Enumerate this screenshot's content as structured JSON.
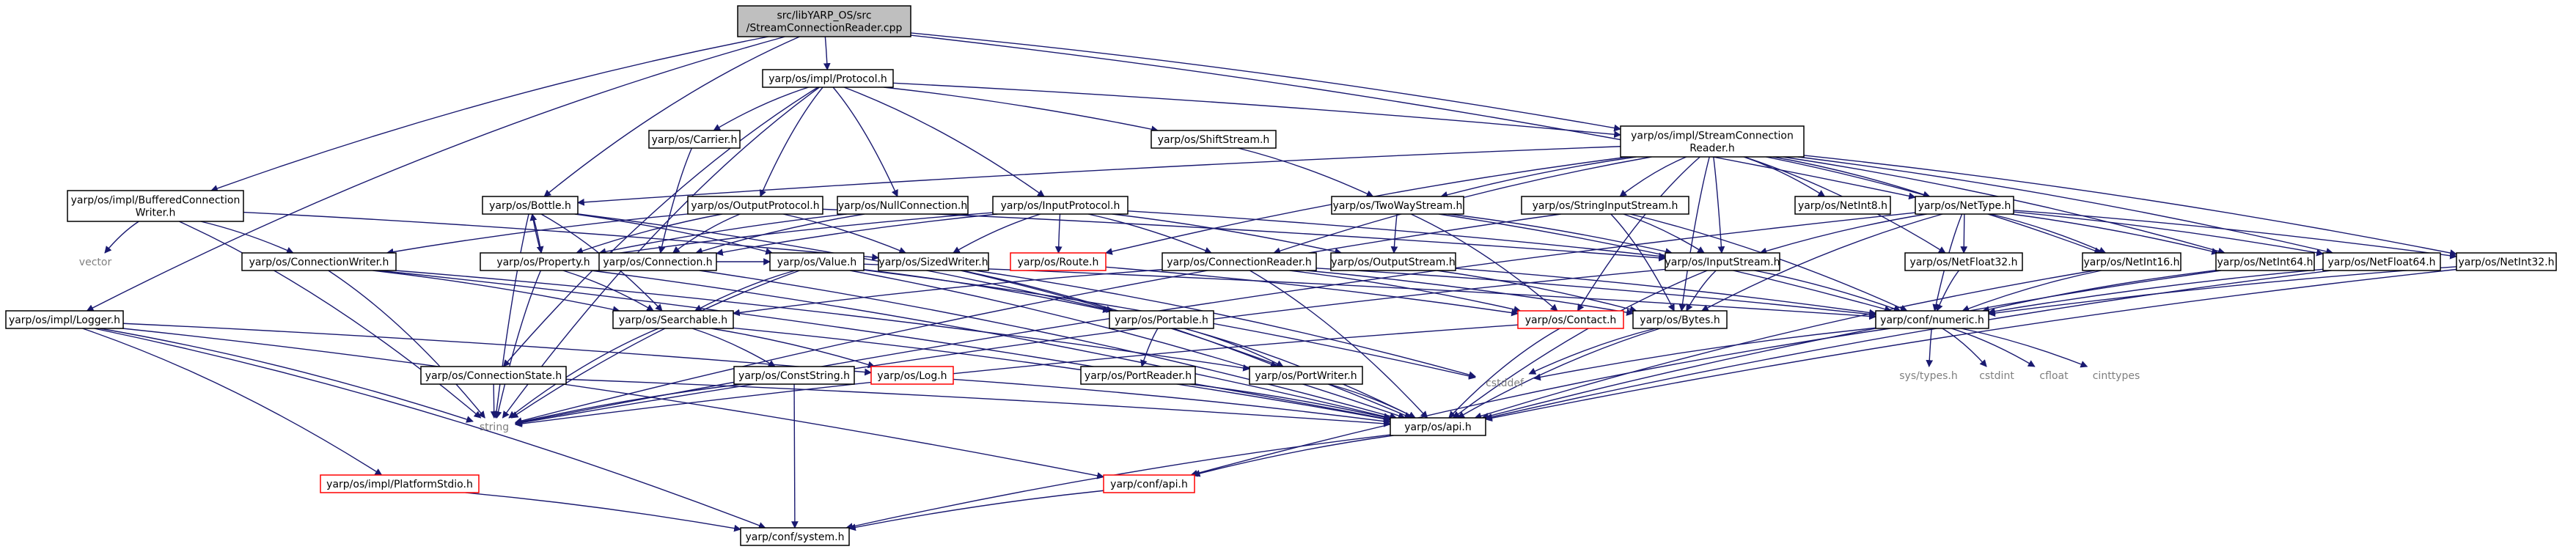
{
  "graph": {
    "nodes": [
      {
        "id": "root",
        "lines": [
          "src/libYARP_OS/src",
          "/StreamConnectionReader.cpp"
        ],
        "style": "root"
      },
      {
        "id": "protocol",
        "lines": [
          "yarp/os/impl/Protocol.h"
        ],
        "style": "normal"
      },
      {
        "id": "bufconn",
        "lines": [
          "yarp/os/impl/BufferedConnection",
          "Writer.h"
        ],
        "style": "normal"
      },
      {
        "id": "scr",
        "lines": [
          "yarp/os/impl/StreamConnection",
          "Reader.h"
        ],
        "style": "normal"
      },
      {
        "id": "logger",
        "lines": [
          "yarp/os/impl/Logger.h"
        ],
        "style": "normal"
      },
      {
        "id": "carrier",
        "lines": [
          "yarp/os/Carrier.h"
        ],
        "style": "normal"
      },
      {
        "id": "shiftstream",
        "lines": [
          "yarp/os/ShiftStream.h"
        ],
        "style": "normal"
      },
      {
        "id": "bottle",
        "lines": [
          "yarp/os/Bottle.h"
        ],
        "style": "normal"
      },
      {
        "id": "outputprotocol",
        "lines": [
          "yarp/os/OutputProtocol.h"
        ],
        "style": "normal"
      },
      {
        "id": "nullconn",
        "lines": [
          "yarp/os/NullConnection.h"
        ],
        "style": "normal"
      },
      {
        "id": "inputprotocol",
        "lines": [
          "yarp/os/InputProtocol.h"
        ],
        "style": "normal"
      },
      {
        "id": "twoway",
        "lines": [
          "yarp/os/TwoWayStream.h"
        ],
        "style": "normal"
      },
      {
        "id": "stringinput",
        "lines": [
          "yarp/os/StringInputStream.h"
        ],
        "style": "normal"
      },
      {
        "id": "netint8",
        "lines": [
          "yarp/os/NetInt8.h"
        ],
        "style": "normal"
      },
      {
        "id": "nettype",
        "lines": [
          "yarp/os/NetType.h"
        ],
        "style": "normal"
      },
      {
        "id": "vector",
        "lines": [
          "vector"
        ],
        "style": "gray"
      },
      {
        "id": "connwriter",
        "lines": [
          "yarp/os/ConnectionWriter.h"
        ],
        "style": "normal"
      },
      {
        "id": "property",
        "lines": [
          "yarp/os/Property.h"
        ],
        "style": "normal"
      },
      {
        "id": "connection",
        "lines": [
          "yarp/os/Connection.h"
        ],
        "style": "normal"
      },
      {
        "id": "value",
        "lines": [
          "yarp/os/Value.h"
        ],
        "style": "normal"
      },
      {
        "id": "sizedwriter",
        "lines": [
          "yarp/os/SizedWriter.h"
        ],
        "style": "normal"
      },
      {
        "id": "route",
        "lines": [
          "yarp/os/Route.h"
        ],
        "style": "red"
      },
      {
        "id": "connreader",
        "lines": [
          "yarp/os/ConnectionReader.h"
        ],
        "style": "normal"
      },
      {
        "id": "outputstream",
        "lines": [
          "yarp/os/OutputStream.h"
        ],
        "style": "normal"
      },
      {
        "id": "inputstream",
        "lines": [
          "yarp/os/InputStream.h"
        ],
        "style": "normal"
      },
      {
        "id": "netfloat32",
        "lines": [
          "yarp/os/NetFloat32.h"
        ],
        "style": "normal"
      },
      {
        "id": "netint16",
        "lines": [
          "yarp/os/NetInt16.h"
        ],
        "style": "normal"
      },
      {
        "id": "netint64",
        "lines": [
          "yarp/os/NetInt64.h"
        ],
        "style": "normal"
      },
      {
        "id": "netfloat64",
        "lines": [
          "yarp/os/NetFloat64.h"
        ],
        "style": "normal"
      },
      {
        "id": "netint32",
        "lines": [
          "yarp/os/NetInt32.h"
        ],
        "style": "normal"
      },
      {
        "id": "searchable",
        "lines": [
          "yarp/os/Searchable.h"
        ],
        "style": "normal"
      },
      {
        "id": "portable",
        "lines": [
          "yarp/os/Portable.h"
        ],
        "style": "normal"
      },
      {
        "id": "contact",
        "lines": [
          "yarp/os/Contact.h"
        ],
        "style": "red"
      },
      {
        "id": "bytes",
        "lines": [
          "yarp/os/Bytes.h"
        ],
        "style": "normal"
      },
      {
        "id": "numeric",
        "lines": [
          "yarp/conf/numeric.h"
        ],
        "style": "normal"
      },
      {
        "id": "connstate",
        "lines": [
          "yarp/os/ConnectionState.h"
        ],
        "style": "normal"
      },
      {
        "id": "conststring",
        "lines": [
          "yarp/os/ConstString.h"
        ],
        "style": "normal"
      },
      {
        "id": "log",
        "lines": [
          "yarp/os/Log.h"
        ],
        "style": "red"
      },
      {
        "id": "portreader",
        "lines": [
          "yarp/os/PortReader.h"
        ],
        "style": "normal"
      },
      {
        "id": "portwriter",
        "lines": [
          "yarp/os/PortWriter.h"
        ],
        "style": "normal"
      },
      {
        "id": "cstddef",
        "lines": [
          "cstddef"
        ],
        "style": "gray"
      },
      {
        "id": "systypes",
        "lines": [
          "sys/types.h"
        ],
        "style": "gray"
      },
      {
        "id": "cstdint",
        "lines": [
          "cstdint"
        ],
        "style": "gray"
      },
      {
        "id": "cfloat",
        "lines": [
          "cfloat"
        ],
        "style": "gray"
      },
      {
        "id": "cinttypes",
        "lines": [
          "cinttypes"
        ],
        "style": "gray"
      },
      {
        "id": "string",
        "lines": [
          "string"
        ],
        "style": "gray"
      },
      {
        "id": "osapi",
        "lines": [
          "yarp/os/api.h"
        ],
        "style": "normal"
      },
      {
        "id": "platformstdio",
        "lines": [
          "yarp/os/impl/PlatformStdio.h"
        ],
        "style": "red"
      },
      {
        "id": "confapi",
        "lines": [
          "yarp/conf/api.h"
        ],
        "style": "red"
      },
      {
        "id": "system",
        "lines": [
          "yarp/conf/system.h"
        ],
        "style": "normal"
      }
    ],
    "edges": [
      [
        "root",
        "protocol"
      ],
      [
        "root",
        "bufconn"
      ],
      [
        "root",
        "scr"
      ],
      [
        "root",
        "logger"
      ],
      [
        "root",
        "bottle"
      ],
      [
        "root",
        "nettype"
      ],
      [
        "protocol",
        "carrier"
      ],
      [
        "protocol",
        "shiftstream"
      ],
      [
        "protocol",
        "outputprotocol"
      ],
      [
        "protocol",
        "nullconn"
      ],
      [
        "protocol",
        "inputprotocol"
      ],
      [
        "protocol",
        "scr"
      ],
      [
        "protocol",
        "string"
      ],
      [
        "protocol",
        "connstate"
      ],
      [
        "bufconn",
        "vector"
      ],
      [
        "bufconn",
        "connwriter"
      ],
      [
        "bufconn",
        "string"
      ],
      [
        "bufconn",
        "sizedwriter"
      ],
      [
        "scr",
        "bottle"
      ],
      [
        "scr",
        "twoway"
      ],
      [
        "scr",
        "stringinput"
      ],
      [
        "scr",
        "netint8"
      ],
      [
        "scr",
        "nettype"
      ],
      [
        "scr",
        "connreader"
      ],
      [
        "scr",
        "route"
      ],
      [
        "scr",
        "contact"
      ],
      [
        "scr",
        "inputstream"
      ],
      [
        "scr",
        "bytes"
      ],
      [
        "scr",
        "netint16"
      ],
      [
        "scr",
        "netint64"
      ],
      [
        "scr",
        "netfloat64"
      ],
      [
        "scr",
        "netint32"
      ],
      [
        "scr",
        "netfloat32"
      ],
      [
        "logger",
        "string"
      ],
      [
        "logger",
        "log"
      ],
      [
        "logger",
        "platformstdio"
      ],
      [
        "logger",
        "system"
      ],
      [
        "logger",
        "confapi"
      ],
      [
        "carrier",
        "connection"
      ],
      [
        "shiftstream",
        "twoway"
      ],
      [
        "bottle",
        "property"
      ],
      [
        "bottle",
        "searchable"
      ],
      [
        "bottle",
        "portable"
      ],
      [
        "bottle",
        "value"
      ],
      [
        "bottle",
        "string"
      ],
      [
        "outputprotocol",
        "property"
      ],
      [
        "outputprotocol",
        "connection"
      ],
      [
        "outputprotocol",
        "sizedwriter"
      ],
      [
        "outputprotocol",
        "connwriter"
      ],
      [
        "outputprotocol",
        "inputstream"
      ],
      [
        "nullconn",
        "connection"
      ],
      [
        "nullconn",
        "property"
      ],
      [
        "inputprotocol",
        "route"
      ],
      [
        "inputprotocol",
        "connreader"
      ],
      [
        "inputprotocol",
        "sizedwriter"
      ],
      [
        "inputprotocol",
        "outputstream"
      ],
      [
        "inputprotocol",
        "connection"
      ],
      [
        "inputprotocol",
        "property"
      ],
      [
        "inputprotocol",
        "inputstream"
      ],
      [
        "twoway",
        "contact"
      ],
      [
        "twoway",
        "inputstream"
      ],
      [
        "twoway",
        "outputstream"
      ],
      [
        "twoway",
        "numeric"
      ],
      [
        "stringinput",
        "inputstream"
      ],
      [
        "stringinput",
        "bytes"
      ],
      [
        "stringinput",
        "string"
      ],
      [
        "stringinput",
        "numeric"
      ],
      [
        "nettype",
        "inputstream"
      ],
      [
        "nettype",
        "bytes"
      ],
      [
        "nettype",
        "string"
      ],
      [
        "nettype",
        "numeric"
      ],
      [
        "nettype",
        "netint16"
      ],
      [
        "nettype",
        "netint32"
      ],
      [
        "nettype",
        "netfloat64"
      ],
      [
        "nettype",
        "netint64"
      ],
      [
        "nettype",
        "netfloat32"
      ],
      [
        "connwriter",
        "string"
      ],
      [
        "connwriter",
        "searchable"
      ],
      [
        "connwriter",
        "portwriter"
      ],
      [
        "connwriter",
        "osapi"
      ],
      [
        "property",
        "searchable"
      ],
      [
        "property",
        "value"
      ],
      [
        "property",
        "string"
      ],
      [
        "property",
        "osapi"
      ],
      [
        "property",
        "bottle"
      ],
      [
        "connection",
        "osapi"
      ],
      [
        "value",
        "searchable"
      ],
      [
        "value",
        "string"
      ],
      [
        "value",
        "portable"
      ],
      [
        "value",
        "numeric"
      ],
      [
        "value",
        "cstddef"
      ],
      [
        "value",
        "osapi"
      ],
      [
        "sizedwriter",
        "portwriter"
      ],
      [
        "sizedwriter",
        "cstddef"
      ],
      [
        "sizedwriter",
        "osapi"
      ],
      [
        "route",
        "contact"
      ],
      [
        "connreader",
        "searchable"
      ],
      [
        "connreader",
        "bytes"
      ],
      [
        "connreader",
        "contact"
      ],
      [
        "connreader",
        "numeric"
      ],
      [
        "connreader",
        "osapi"
      ],
      [
        "outputstream",
        "bytes"
      ],
      [
        "outputstream",
        "numeric"
      ],
      [
        "inputstream",
        "bytes"
      ],
      [
        "inputstream",
        "numeric"
      ],
      [
        "inputstream",
        "osapi"
      ],
      [
        "inputstream",
        "string"
      ],
      [
        "netfloat32",
        "numeric"
      ],
      [
        "netint16",
        "numeric"
      ],
      [
        "netint16",
        "osapi"
      ],
      [
        "netint64",
        "numeric"
      ],
      [
        "netint64",
        "osapi"
      ],
      [
        "netfloat64",
        "numeric"
      ],
      [
        "netfloat64",
        "osapi"
      ],
      [
        "netint32",
        "numeric"
      ],
      [
        "netint32",
        "osapi"
      ],
      [
        "searchable",
        "conststring"
      ],
      [
        "searchable",
        "string"
      ],
      [
        "searchable",
        "osapi"
      ],
      [
        "searchable",
        "log"
      ],
      [
        "portable",
        "portreader"
      ],
      [
        "portable",
        "portwriter"
      ],
      [
        "portable",
        "osapi"
      ],
      [
        "contact",
        "string"
      ],
      [
        "contact",
        "osapi"
      ],
      [
        "bytes",
        "cstddef"
      ],
      [
        "bytes",
        "osapi"
      ],
      [
        "numeric",
        "cstddef"
      ],
      [
        "numeric",
        "systypes"
      ],
      [
        "numeric",
        "cstdint"
      ],
      [
        "numeric",
        "cfloat"
      ],
      [
        "numeric",
        "cinttypes"
      ],
      [
        "numeric",
        "confapi"
      ],
      [
        "connstate",
        "string"
      ],
      [
        "connstate",
        "osapi"
      ],
      [
        "conststring",
        "string"
      ],
      [
        "conststring",
        "system"
      ],
      [
        "log",
        "osapi"
      ],
      [
        "portreader",
        "osapi"
      ],
      [
        "portwriter",
        "osapi"
      ],
      [
        "osapi",
        "confapi"
      ],
      [
        "osapi",
        "system"
      ],
      [
        "platformstdio",
        "system"
      ],
      [
        "confapi",
        "system"
      ]
    ]
  }
}
